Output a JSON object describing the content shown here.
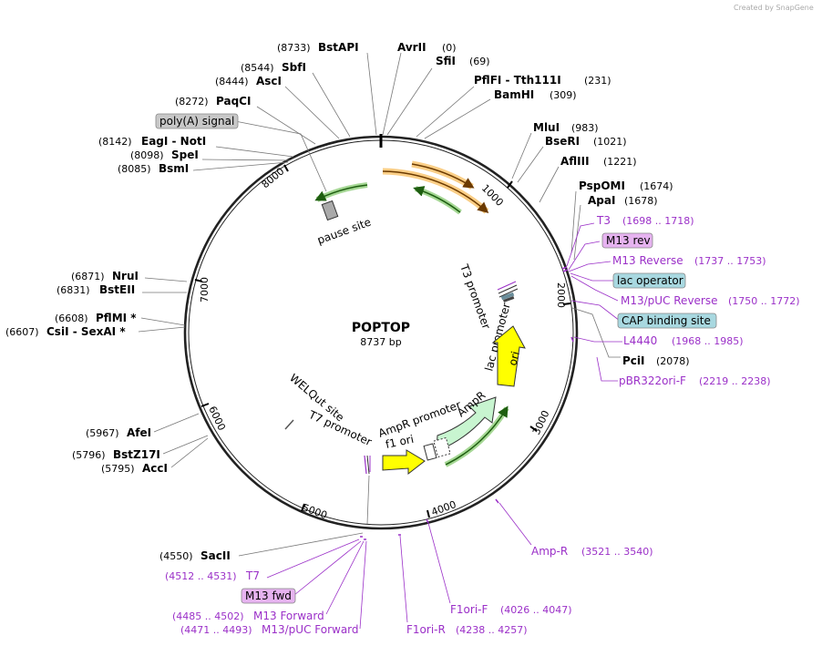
{
  "credit": "Created by SnapGene",
  "plasmid": {
    "name": "POPTOP",
    "length": "8737 bp"
  },
  "ticks": [
    "1000",
    "2000",
    "3000",
    "4000",
    "5000",
    "6000",
    "7000",
    "8000"
  ],
  "sites": [
    {
      "id": "bstapi",
      "pos": "(8733)",
      "name": "BstAPI"
    },
    {
      "id": "avrii",
      "pos": "(0)",
      "name": "AvrII"
    },
    {
      "id": "sfii",
      "pos": "(69)",
      "name": "SfiI"
    },
    {
      "id": "sbfi",
      "pos": "(8544)",
      "name": "SbfI"
    },
    {
      "id": "pflfi",
      "pos": "(231)",
      "name": "PflFI - Tth111I"
    },
    {
      "id": "asci",
      "pos": "(8444)",
      "name": "AscI"
    },
    {
      "id": "bamhi",
      "pos": "(309)",
      "name": "BamHI"
    },
    {
      "id": "paqci",
      "pos": "(8272)",
      "name": "PaqCI"
    },
    {
      "id": "mlui",
      "pos": "(983)",
      "name": "MluI"
    },
    {
      "id": "eagi",
      "pos": "(8142)",
      "name": "EagI - NotI"
    },
    {
      "id": "bseri",
      "pos": "(1021)",
      "name": "BseRI"
    },
    {
      "id": "spei",
      "pos": "(8098)",
      "name": "SpeI"
    },
    {
      "id": "afliii",
      "pos": "(1221)",
      "name": "AflIII"
    },
    {
      "id": "bsmi",
      "pos": "(8085)",
      "name": "BsmI"
    },
    {
      "id": "pspomi",
      "pos": "(1674)",
      "name": "PspOMI"
    },
    {
      "id": "apai",
      "pos": "(1678)",
      "name": "ApaI"
    },
    {
      "id": "nrui",
      "pos": "(6871)",
      "name": "NruI"
    },
    {
      "id": "bsteii",
      "pos": "(6831)",
      "name": "BstEII"
    },
    {
      "id": "pflmi",
      "pos": "(6608)",
      "name": "PflMI *"
    },
    {
      "id": "csii",
      "pos": "(6607)",
      "name": "CsiI - SexAI *"
    },
    {
      "id": "pcii",
      "pos": "(2078)",
      "name": "PciI"
    },
    {
      "id": "afei",
      "pos": "(5967)",
      "name": "AfeI"
    },
    {
      "id": "bstz17i",
      "pos": "(5796)",
      "name": "BstZ17I"
    },
    {
      "id": "acci",
      "pos": "(5795)",
      "name": "AccI"
    },
    {
      "id": "sacii",
      "pos": "(4550)",
      "name": "SacII"
    }
  ],
  "primers": [
    {
      "id": "t3",
      "name": "T3",
      "range": "(1698 .. 1718)"
    },
    {
      "id": "m13rev",
      "name": "M13 Reverse",
      "range": "(1737 .. 1753)"
    },
    {
      "id": "m13pucrev",
      "name": "M13/pUC Reverse",
      "range": "(1750 .. 1772)"
    },
    {
      "id": "l4440",
      "name": "L4440",
      "range": "(1968 .. 1985)"
    },
    {
      "id": "pbr322",
      "name": "pBR322ori-F",
      "range": "(2219 .. 2238)"
    },
    {
      "id": "ampr",
      "name": "Amp-R",
      "range": "(3521 .. 3540)"
    },
    {
      "id": "f1orif",
      "name": "F1ori-F",
      "range": "(4026 .. 4047)"
    },
    {
      "id": "f1orir",
      "name": "F1ori-R",
      "range": "(4238 .. 4257)"
    },
    {
      "id": "t7",
      "name": "T7",
      "range": "(4512 .. 4531)"
    },
    {
      "id": "m13fwd",
      "name": "M13 Forward",
      "range": "(4485 .. 4502)"
    },
    {
      "id": "m13pucfwd",
      "name": "M13/pUC Forward",
      "range": "(4471 .. 4493)"
    }
  ],
  "boxed_features": {
    "polya": "poly(A) signal",
    "m13rev": "M13 rev",
    "lacop": "lac operator",
    "cap": "CAP binding site",
    "m13fwd": "M13 fwd"
  },
  "features": {
    "pause": "pause site",
    "t3prom": "T3 promoter",
    "lacprom": "lac promoter",
    "ori": "ori",
    "amprprom": "AmpR promoter",
    "ampr": "AmpR",
    "f1ori": "f1 ori",
    "welqut": "WELQut site",
    "t7prom": "T7 promoter"
  },
  "colors": {
    "backbone": "#222222",
    "orange_feature": "#f5a623",
    "green_feature": "#4caf2a",
    "ori_yellow": "#ffff00",
    "ampr_green": "#c8f5d0",
    "primer_purple": "#9b30c8",
    "box_gray": "#c8c8c8",
    "box_purple": "#e6b3f0",
    "box_teal": "#a8d8e0"
  }
}
